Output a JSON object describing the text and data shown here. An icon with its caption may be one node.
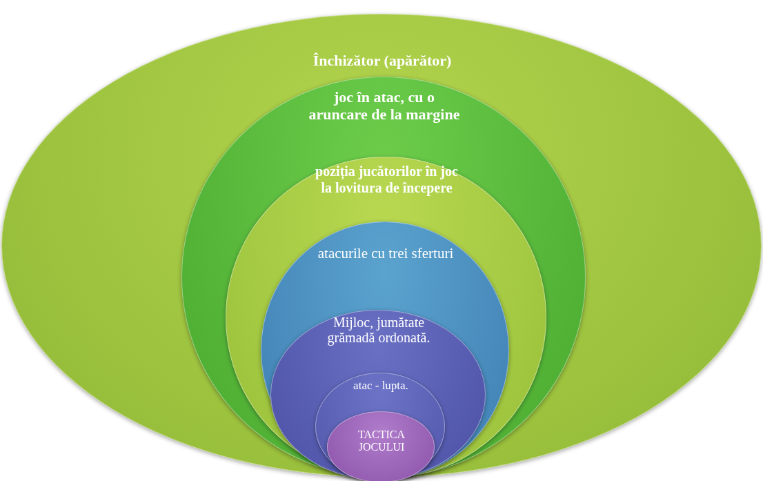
{
  "diagram": {
    "nodes": [
      {
        "text": [
          "Închizător (apărător)"
        ]
      },
      {
        "text": [
          "joc în atac, cu o aruncare de la margine"
        ],
        "in": 0
      },
      {
        "text": [
          "poziția jucătorilor în joc la lovitura de începere"
        ],
        "in": 1
      },
      {
        "text": [
          "atacurile cu trei sferturi"
        ],
        "in": 2
      },
      {
        "text": [
          "Mijloc, jumătate grămadă ordonată."
        ],
        "in": 3
      },
      {
        "text": [
          "atac - lupta."
        ],
        "in": 4
      },
      {
        "text": [
          "TACTICA JOCULUI"
        ],
        "in": 5
      }
    ]
  }
}
